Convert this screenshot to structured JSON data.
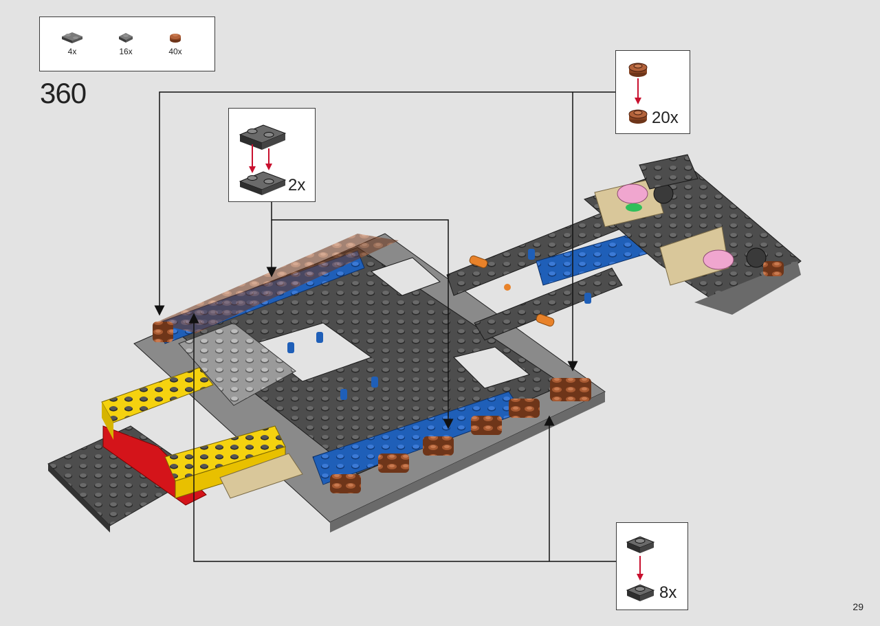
{
  "step": {
    "number": "360"
  },
  "page": {
    "number": "29"
  },
  "parts_list": {
    "items": [
      {
        "icon": "dark-gray-plate-1x2-icon",
        "quantity": "4x",
        "color": "#5a5a5a"
      },
      {
        "icon": "dark-gray-plate-1x1-icon",
        "quantity": "16x",
        "color": "#5a5a5a"
      },
      {
        "icon": "brown-round-plate-1x1-icon",
        "quantity": "40x",
        "color": "#9a4f2b"
      }
    ]
  },
  "callouts": {
    "plate_1x2_stack": {
      "quantity": "2x"
    },
    "round_plate_stack": {
      "quantity": "20x"
    },
    "plate_1x1_stack": {
      "quantity": "8x"
    }
  },
  "colors": {
    "background": "#e3e3e3",
    "dark_gray": "#4a4a4a",
    "blue": "#1f5fb8",
    "yellow": "#f5d20f",
    "red": "#d4141a",
    "tan": "#d9c79a",
    "brown": "#9a4f2b",
    "orange": "#e8822a",
    "arrow_red": "#c8102e"
  }
}
